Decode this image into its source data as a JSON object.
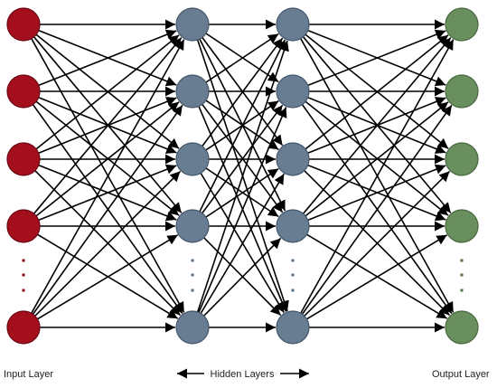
{
  "labels": {
    "input": "Input Layer",
    "hidden": "Hidden  Layers",
    "output": "Output Layer"
  },
  "layers": [
    {
      "name": "input",
      "nodes": 5,
      "fill": "#a50f1d",
      "stroke": "#6b0812",
      "ellipsis_color": "#8b0a16"
    },
    {
      "name": "hidden-1",
      "nodes": 5,
      "fill": "#687c92",
      "stroke": "#44576b",
      "ellipsis_color": "#5a6f86"
    },
    {
      "name": "hidden-2",
      "nodes": 5,
      "fill": "#687c92",
      "stroke": "#44576b",
      "ellipsis_color": "#5a6f86"
    },
    {
      "name": "output",
      "nodes": 5,
      "fill": "#6a8f5e",
      "stroke": "#47663d",
      "ellipsis_color": "#4f6e44"
    }
  ],
  "edge_color": "#000000",
  "connectivity": "fully-connected"
}
